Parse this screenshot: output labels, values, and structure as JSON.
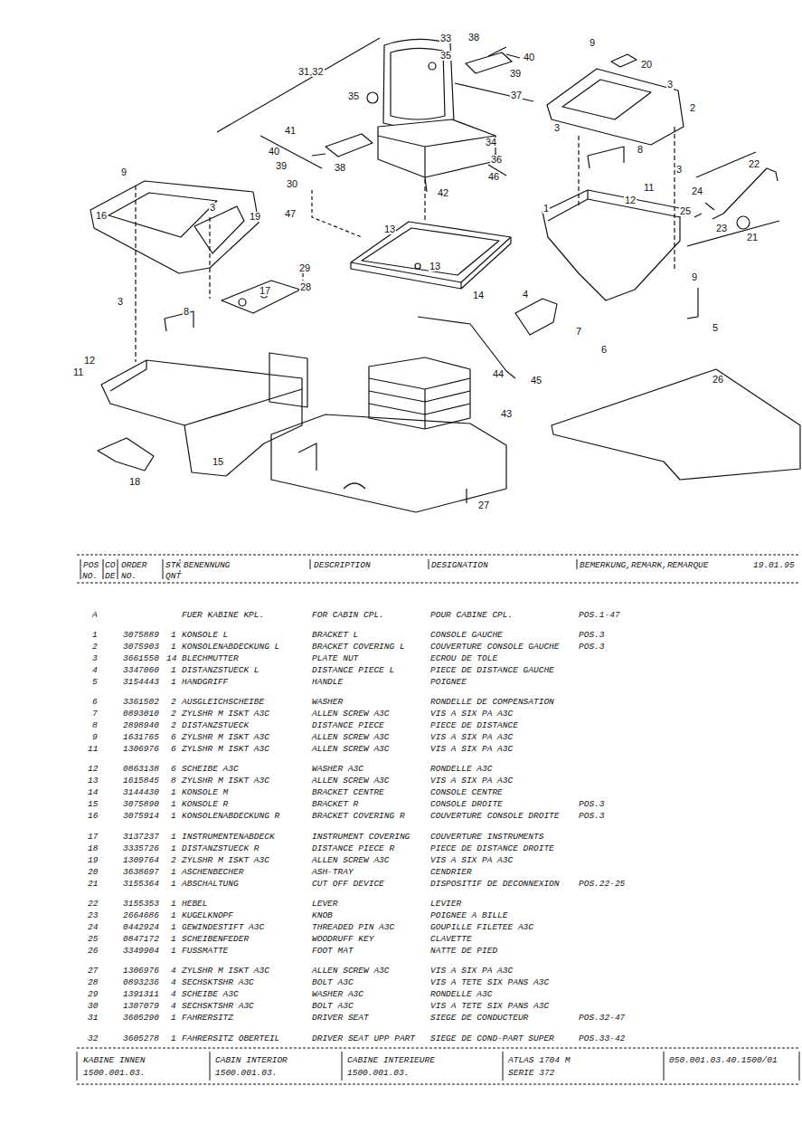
{
  "diagram": {
    "labels": [
      "33",
      "38",
      "9",
      "35",
      "40",
      "20",
      "31,32",
      "39",
      "3",
      "37",
      "35",
      "2",
      "3",
      "41",
      "34",
      "8",
      "40",
      "36",
      "39",
      "38",
      "9",
      "22",
      "3",
      "46",
      "30",
      "11",
      "24",
      "42",
      "3",
      "12",
      "19",
      "16",
      "1",
      "47",
      "25",
      "23",
      "13",
      "21",
      "29",
      "13",
      "28",
      "17",
      "14",
      "9",
      "3",
      "4",
      "8",
      "5",
      "7",
      "6",
      "12",
      "11",
      "44",
      "45",
      "26",
      "43",
      "15",
      "18",
      "27",
      "POS",
      "CO",
      "ORDER",
      "STK",
      "BENENNUNG",
      "DESCRIPTION",
      "DESIGNATION",
      "BEMERKUNG,REMARK,REMARQUE",
      "19.01.95",
      "NO.",
      "DE",
      "NO.",
      "QNT",
      "A",
      "FUER KABINE KPL.",
      "FOR CABIN CPL.",
      "POUR CABINE CPL.",
      "POS.1-47",
      "1",
      "3075889",
      "1",
      "KONSOLE L",
      "BRACKET L",
      "CONSOLE GAUCHE",
      "POS.3",
      "2",
      "3075903",
      "1",
      "KONSOLENABDECKUNG L",
      "BRACKET COVERING L",
      "COUVERTURE CONSOLE GAUCHE",
      "POS.3",
      "3",
      "3661550",
      "14",
      "BLECHMUTTER",
      "PLATE NUT",
      "ECROU DE TOLE",
      "4",
      "3347060",
      "1",
      "DISTANZSTUECK L",
      "DISTANCE PIECE L",
      "PIECE DE DISTANCE GAUCHE",
      "5",
      "3154443",
      "1",
      "HANDGRIFF",
      "HANDLE",
      "POIGNEE",
      "6",
      "3361502",
      "2",
      "AUSGLEICHSCHEIBE",
      "WASHER",
      "RONDELLE DE COMPENSATION",
      "7",
      "0893010",
      "2",
      "ZYLSHR M ISKT A3C",
      "ALLEN SCREW A3C",
      "VIS A SIX PA A3C",
      "8",
      "2898940",
      "2",
      "DISTANZSTUECK",
      "DISTANCE PIECE",
      "PIECE DE DISTANCE",
      "9",
      "1631765",
      "6",
      "ZYLSHR M ISKT A3C",
      "ALLEN SCREW A3C",
      "VIS A SIX PA A3C",
      "11",
      "1306976",
      "6",
      "ZYLSHR M ISKT A3C",
      "ALLEN SCREW A3C",
      "VIS A SIX PA A3C",
      "12",
      "0863138",
      "6",
      "SCHEIBE A3C",
      "WASHER A3C",
      "RONDELLE A3C",
      "13",
      "1615845",
      "8",
      "ZYLSHR M ISKT A3C",
      "ALLEN SCREW A3C",
      "VIS A SIX PA A3C",
      "14",
      "3144430",
      "1",
      "KONSOLE M",
      "BRACKET CENTRE",
      "CONSOLE CENTRE",
      "15",
      "3075890",
      "1",
      "KONSOLE R",
      "BRACKET R",
      "CONSOLE DROITE",
      "POS.3",
      "16",
      "3075914",
      "1",
      "KONSOLENABDECKUNG R",
      "BRACKET COVERING R",
      "COUVERTURE CONSOLE DROITE",
      "POS.3",
      "17",
      "3137237",
      "1",
      "INSTRUMENTENABDECK",
      "INSTRUMENT COVERING",
      "COUVERTURE INSTRUMENTS",
      "18",
      "3335726",
      "1",
      "DISTANZSTUECK R",
      "DISTANCE PIECE R",
      "PIECE DE DISTANCE DROITE",
      "19",
      "1309764",
      "2",
      "ZYLSHR M ISKT A3C",
      "ALLEN SCREW A3C",
      "VIS A SIX PA A3C",
      "20",
      "3638697",
      "1",
      "ASCHENBECHER",
      "ASH-TRAY",
      "CENDRIER",
      "21",
      "3155364",
      "1",
      "ABSCHALTUNG",
      "CUT OFF DEVICE",
      "DISPOSITIF DE DECONNEXION",
      "POS.22-25",
      "22",
      "3155353",
      "1",
      "HEBEL",
      "LEVER",
      "LEVIER",
      "23",
      "2664686",
      "1",
      "KUGELKNOPF",
      "KNOB",
      "POIGNEE A BILLE",
      "24",
      "0442924",
      "1",
      "GEWINDESTIFT A3C",
      "THREADED PIN A3C",
      "GOUPILLE FILETEE A3C",
      "25",
      "0847172",
      "1",
      "SCHEIBENFEDER",
      "WOODRUFF KEY",
      "CLAVETTE",
      "26",
      "3349904",
      "1",
      "FUSSMATTE",
      "FOOT MAT",
      "NATTE DE PIED",
      "27",
      "1306976",
      "4",
      "ZYLSHR M ISKT A3C",
      "ALLEN SCREW A3C",
      "VIS A SIX PA A3C",
      "28",
      "0893236",
      "4",
      "SECHSKTSHR A3C",
      "BOLT A3C",
      "VIS A TETE SIX PANS A3C",
      "29",
      "1391311",
      "4",
      "SCHEIBE A3C",
      "WASHER A3C",
      "RONDELLE A3C",
      "30",
      "1307079",
      "4",
      "SECHSKTSHR A3C",
      "BOLT A3C",
      "VIS A TETE SIX PANS A3C",
      "31",
      "3605290",
      "1",
      "FAHRERSITZ",
      "DRIVER SEAT",
      "SIEGE DE CONDUCTEUR",
      "POS.32-47",
      "32",
      "3605278",
      "1",
      "FAHRERSITZ OBERTEIL",
      "DRIVER SEAT UPP PART",
      "SIEGE DE COND-PART SUPER",
      "POS.33-42",
      "KABINE INNEN",
      "1500.001.03.",
      "CABIN INTERIOR",
      "1500.001.03.",
      "CABINE INTERIEURE",
      "1500.001.03.",
      "ATLAS 1704 M",
      "SERIE 372",
      "050.001.03.40.1500/01"
    ]
  }
}
